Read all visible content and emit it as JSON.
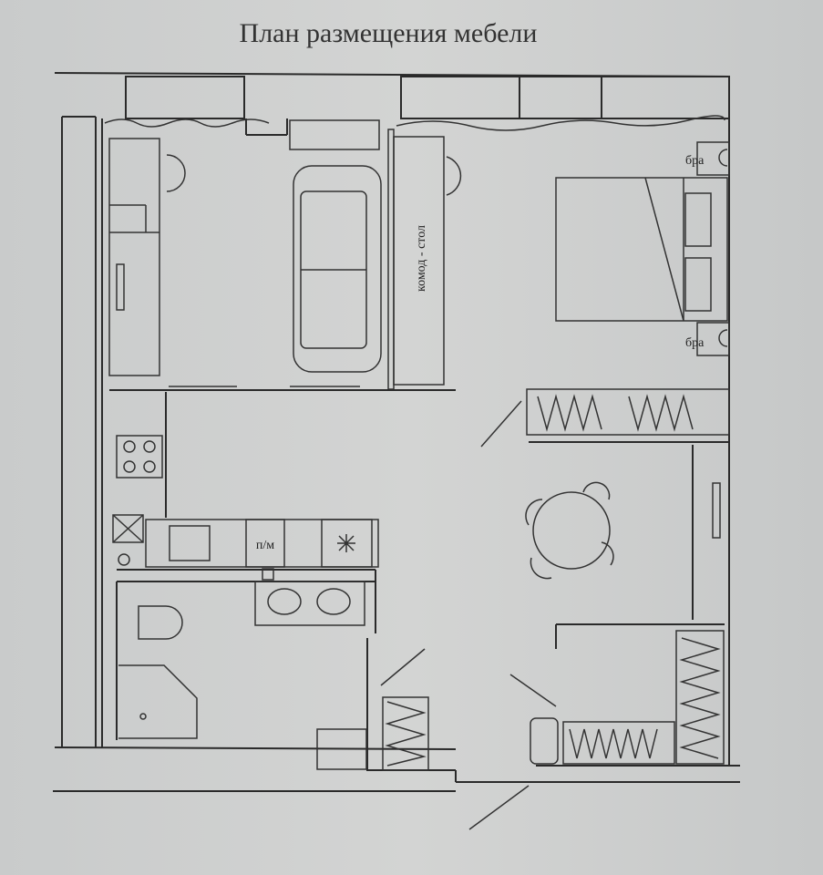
{
  "title": "План размещения мебели",
  "labels": {
    "dresser_desk": "комод - стол",
    "sconce_top": "бра",
    "sconce_bottom": "бра",
    "dishwasher": "п/м"
  }
}
